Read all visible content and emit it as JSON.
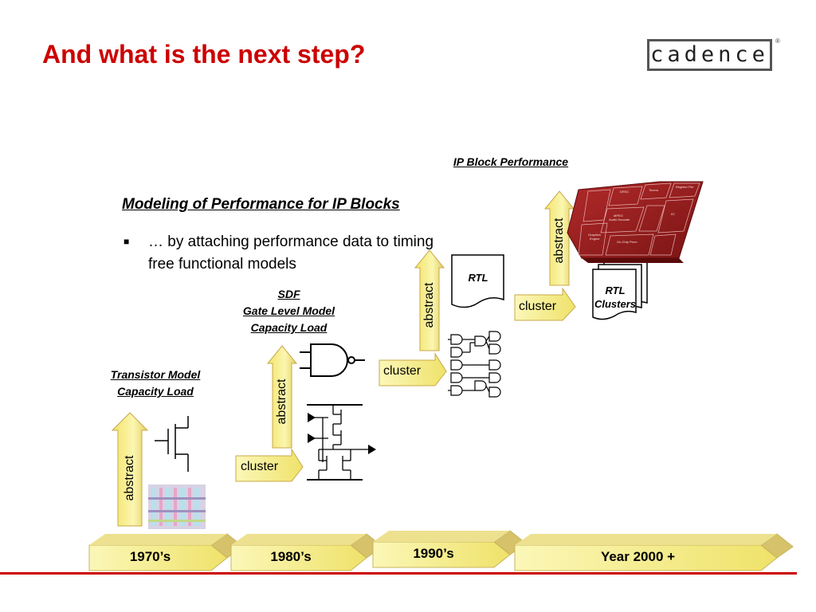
{
  "slide": {
    "title": "And what is the next step?",
    "logo_text": "cadence",
    "logo_mark": "®"
  },
  "modeling": {
    "heading": "Modeling of Performance for IP Blocks",
    "bullet": "… by attaching performance data to timing free functional models"
  },
  "captions": {
    "transistor_line1": "Transistor Model",
    "transistor_line2": "Capacity Load",
    "sdf_line1": "SDF",
    "sdf_line2": "Gate Level Model",
    "sdf_line3": "Capacity Load",
    "ip_block": "IP Block Performance"
  },
  "arrows": {
    "abstract_label": "abstract",
    "cluster_label": "cluster"
  },
  "docs": {
    "rtl": "RTL",
    "rtl_clusters_line1": "RTL",
    "rtl_clusters_line2": "Clusters"
  },
  "timeline": [
    "1970’s",
    "1980’s",
    "1990’s",
    "Year 2000 +"
  ],
  "colors": {
    "title_red": "#cc0000",
    "arrow_yellow": "#f4ee8c",
    "arrow_dark": "#d2b86a",
    "chip_red": "#9b1b1b",
    "rule_red": "#cc0000"
  }
}
